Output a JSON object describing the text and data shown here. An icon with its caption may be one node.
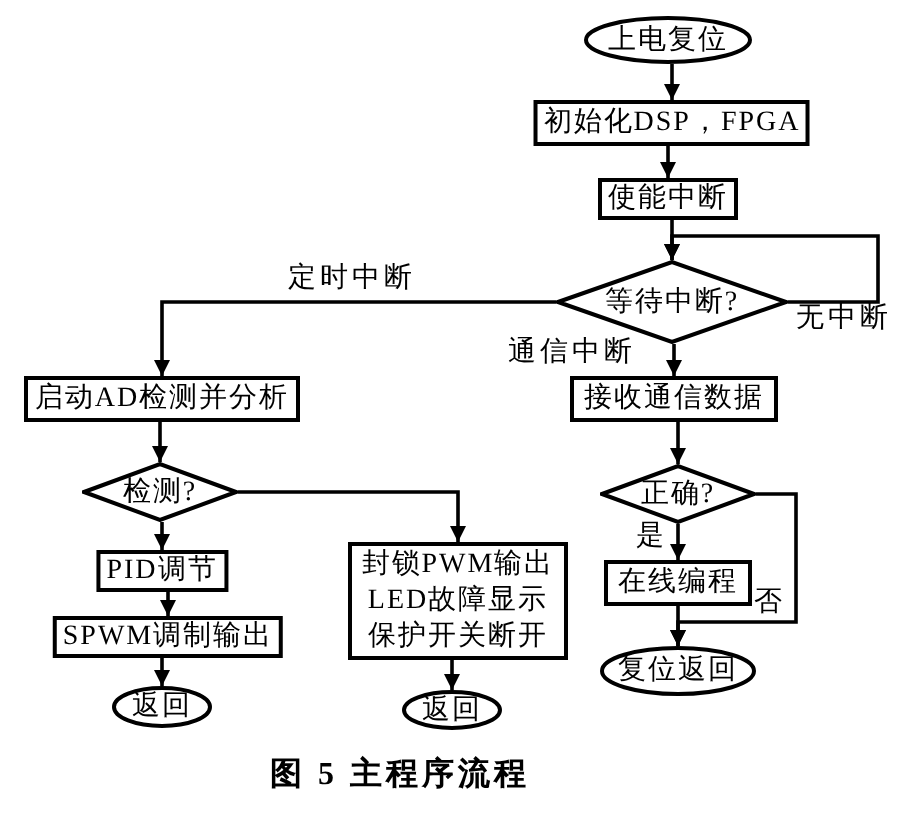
{
  "diagram": {
    "caption": "图 5 主程序流程",
    "nodes": [
      {
        "text": [
          "上电复位"
        ]
      },
      {
        "text": [
          "初始化DSP，FPGA"
        ]
      },
      {
        "text": [
          "使能中断"
        ]
      },
      {
        "text": [
          "等待中断?"
        ]
      },
      {
        "text": [
          "启动AD检测并分析"
        ]
      },
      {
        "text": [
          "接收通信数据"
        ]
      },
      {
        "text": [
          "检测?"
        ]
      },
      {
        "text": [
          "PID调节"
        ]
      },
      {
        "text": [
          "SPWM调制输出"
        ]
      },
      {
        "text": [
          "返回"
        ]
      },
      {
        "text": [
          "封锁PWM输出",
          "LED故障显示",
          "保护开关断开"
        ]
      },
      {
        "text": [
          "返回"
        ]
      },
      {
        "text": [
          "正确?"
        ]
      },
      {
        "text": [
          "在线编程"
        ]
      },
      {
        "text": [
          "复位返回"
        ]
      }
    ],
    "edges": [
      {
        "from": 0,
        "to": 1,
        "arrow": "to"
      },
      {
        "from": 1,
        "to": 2,
        "arrow": "to"
      },
      {
        "from": 2,
        "to": 3,
        "arrow": "to"
      },
      {
        "from": 3,
        "to": 3,
        "arrow": "to",
        "label": "无中断"
      },
      {
        "from": 3,
        "to": 4,
        "arrow": "to",
        "label": "定时中断"
      },
      {
        "from": 3,
        "to": 5,
        "arrow": "to",
        "label": "通信中断"
      },
      {
        "from": 4,
        "to": 6,
        "arrow": "to"
      },
      {
        "from": 6,
        "to": 7,
        "arrow": "to"
      },
      {
        "from": 6,
        "to": 10,
        "arrow": "to"
      },
      {
        "from": 7,
        "to": 8,
        "arrow": "to"
      },
      {
        "from": 8,
        "to": 9,
        "arrow": "to"
      },
      {
        "from": 10,
        "to": 11,
        "arrow": "to"
      },
      {
        "from": 5,
        "to": 12,
        "arrow": "to"
      },
      {
        "from": 12,
        "to": 13,
        "arrow": "to",
        "label": "是"
      },
      {
        "from": 13,
        "to": 14,
        "arrow": "to"
      },
      {
        "from": 12,
        "to": 14,
        "arrow": "to",
        "label": "否"
      }
    ]
  }
}
